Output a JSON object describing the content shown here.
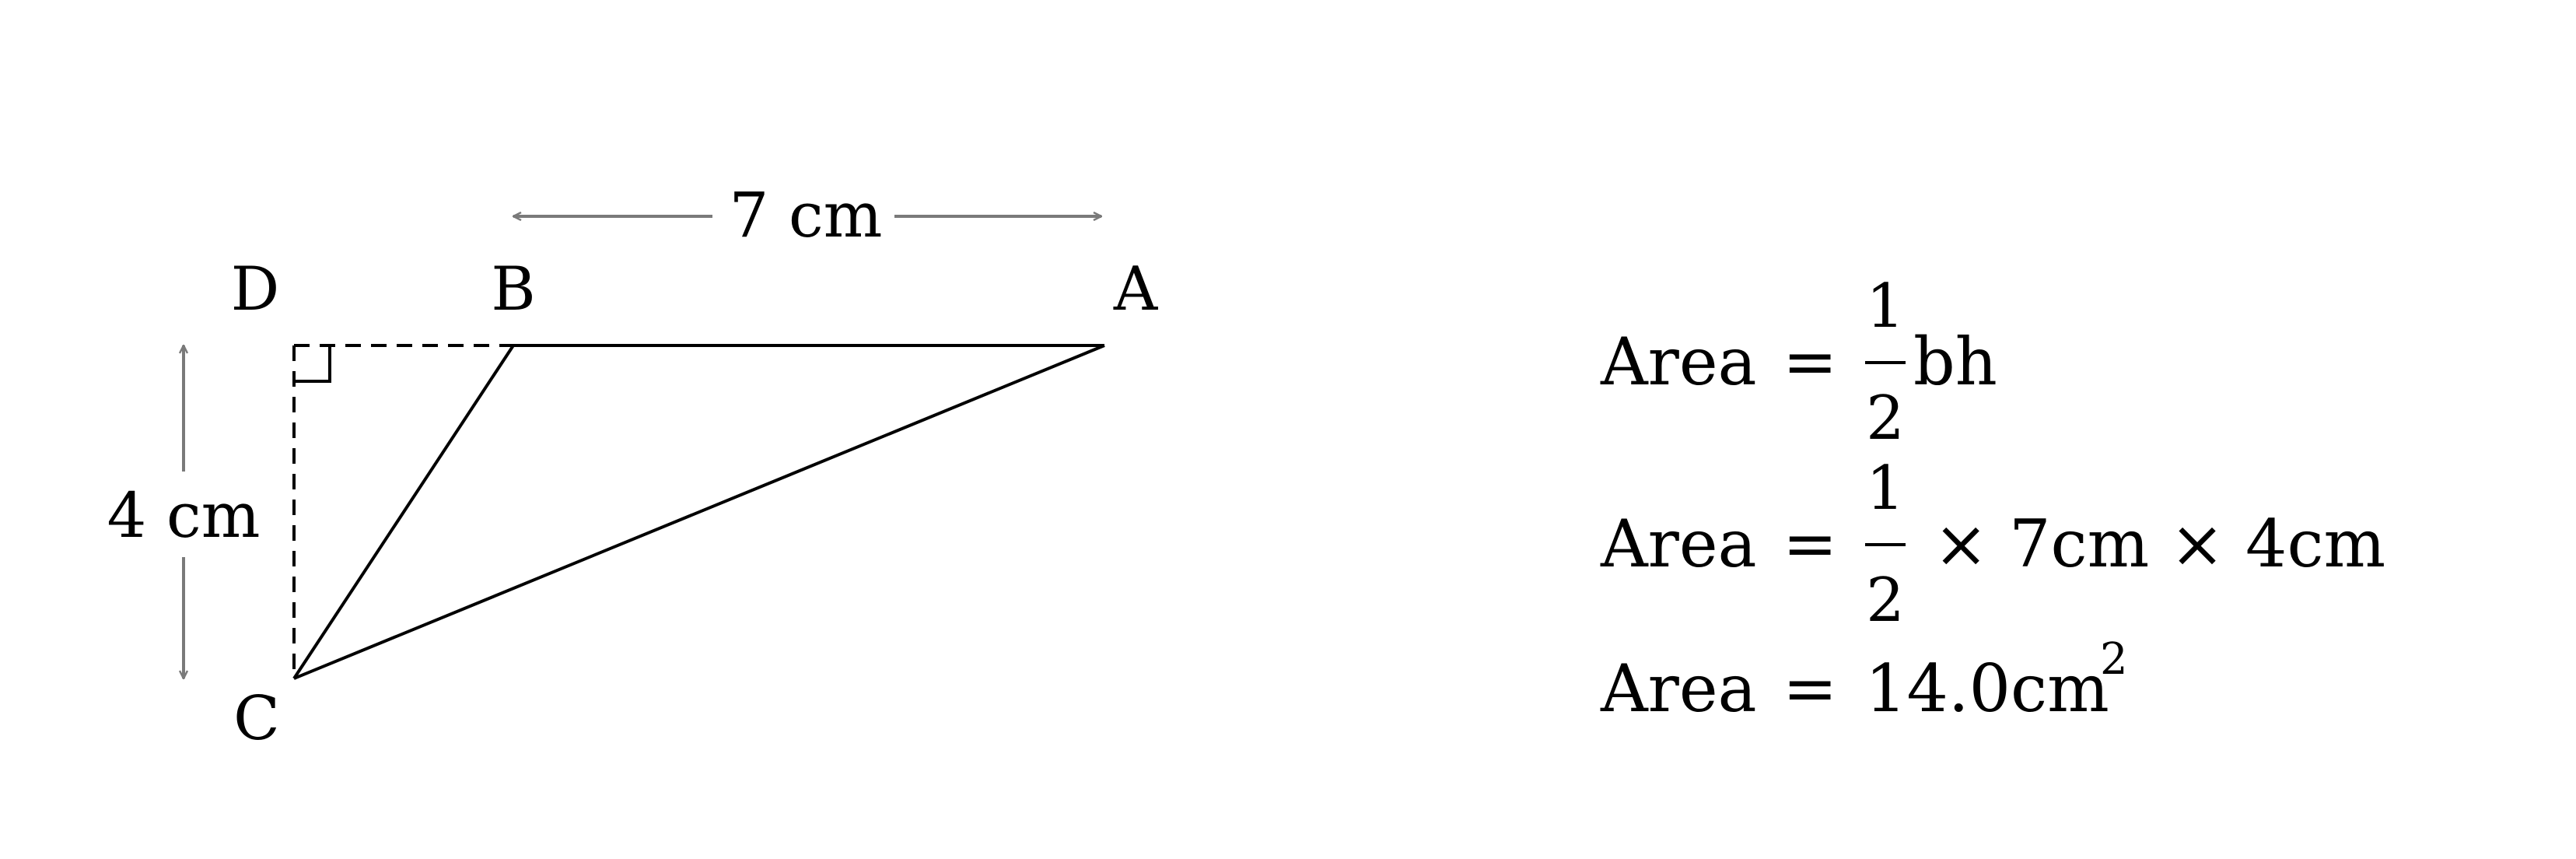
{
  "diagram": {
    "vertices": {
      "a": "A",
      "b": "B",
      "c": "C",
      "d": "D"
    },
    "base_label": "7 cm",
    "height_label": "4 cm",
    "base_value": 7,
    "height_value": 4,
    "unit": "cm"
  },
  "equations": {
    "lhs": "Area",
    "eq": "=",
    "frac_num": "1",
    "frac_den": "2",
    "line1_rhs": "bh",
    "line2_rhs": "× 7cm × 4cm",
    "line3_rhs": "14.0cm",
    "line3_sup": "2"
  },
  "colors": {
    "ink": "#000000",
    "dimension": "#7a7a7a"
  }
}
